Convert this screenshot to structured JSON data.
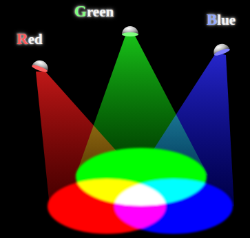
{
  "diagram": {
    "labels": [
      "Red",
      "Green",
      "Blue"
    ]
  }
}
